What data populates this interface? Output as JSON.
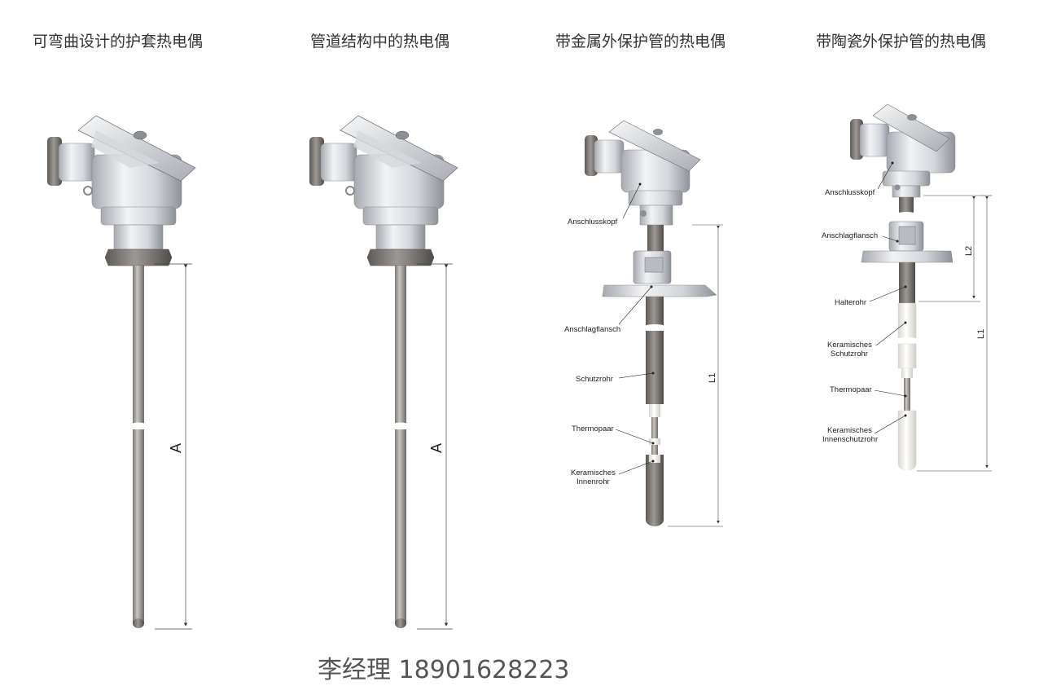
{
  "titles": {
    "bendable": "可弯曲设计的护套热电偶",
    "pipeline": "管道结构中的热电偶",
    "metal_tube": "带金属外保护管的热电偶",
    "ceramic_tube": "带陶瓷外保护管的热电偶"
  },
  "dimensions": {
    "a": "A",
    "l1": "L1",
    "l2": "L2"
  },
  "metal_labels": {
    "head": "Anschlusskopf",
    "flange": "Anschlagflansch",
    "tube": "Schutzrohr",
    "thermocouple": "Thermopaar",
    "inner_line1": "Keramisches",
    "inner_line2": "Innenrohr"
  },
  "ceramic_labels": {
    "head": "Anschlusskopf",
    "flange": "Anschlagflansch",
    "holder": "Halterohr",
    "outer_line1": "Keramisches",
    "outer_line2": "Schutzrohr",
    "thermocouple": "Thermopaar",
    "inner_line1": "Keramisches",
    "inner_line2": "Innenschutzrohr"
  },
  "contact": "李经理 18901628223",
  "colors": {
    "metal_light": "#e4e6ea",
    "metal_dark": "#8a8e94",
    "rod": "#9a9590",
    "ceramic": "#f4f3ee"
  }
}
